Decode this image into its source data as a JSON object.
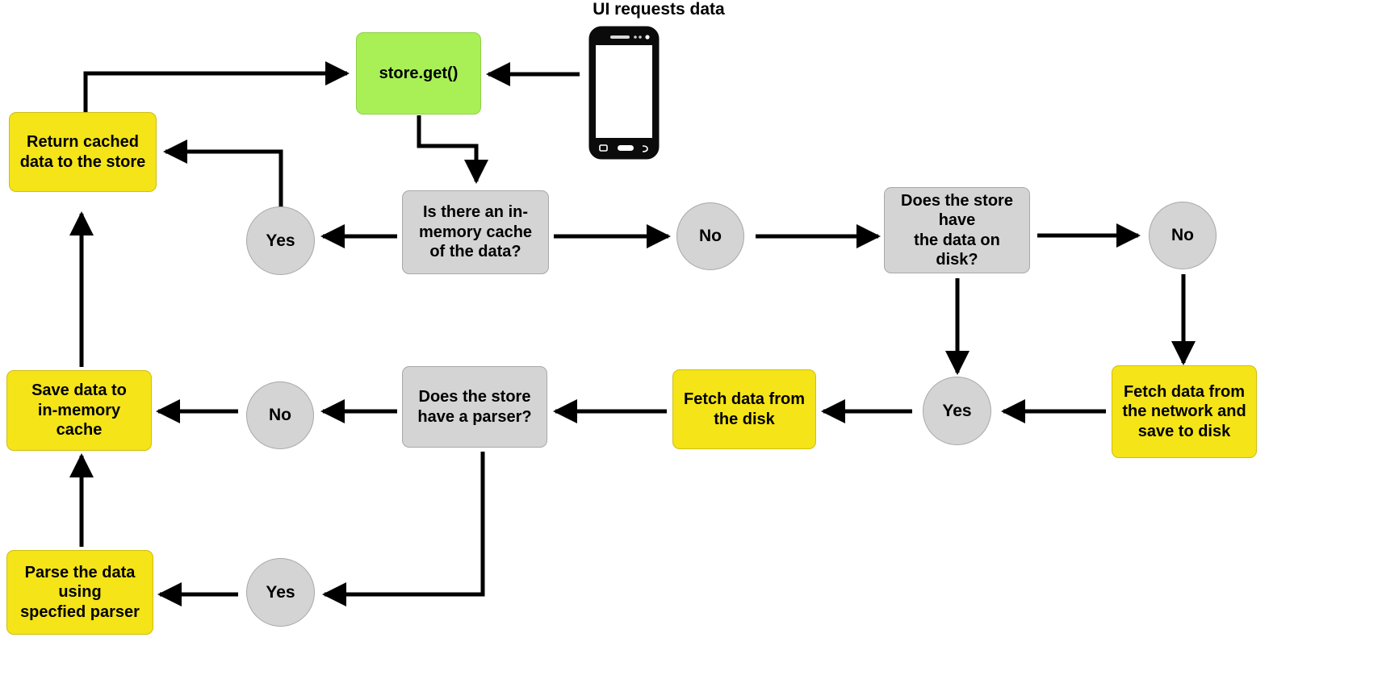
{
  "diagram": {
    "title_caption": "UI requests data",
    "colors": {
      "green": "#a8f055",
      "yellow": "#f5e417",
      "grey": "#d4d4d4",
      "edge": "#000000",
      "background": "#ffffff"
    },
    "nodes": {
      "store_get": "store.get()",
      "return_cached": "Return cached\ndata to the store",
      "yes_cache": "Yes",
      "q_memory_cache": "Is there an in-\nmemory cache\nof the data?",
      "no_cache": "No",
      "q_disk": "Does the store have\nthe data on disk?",
      "no_disk": "No",
      "save_to_memory": "Save data to\nin-memory cache",
      "no_parser": "No",
      "q_parser": "Does the store\nhave a parser?",
      "fetch_disk": "Fetch data from\nthe disk",
      "yes_disk": "Yes",
      "fetch_network": "Fetch data from\nthe network and\nsave to disk",
      "parse_data": "Parse the data using\nspecfied parser",
      "yes_parser": "Yes"
    },
    "device": {
      "label": "smartphone"
    }
  }
}
